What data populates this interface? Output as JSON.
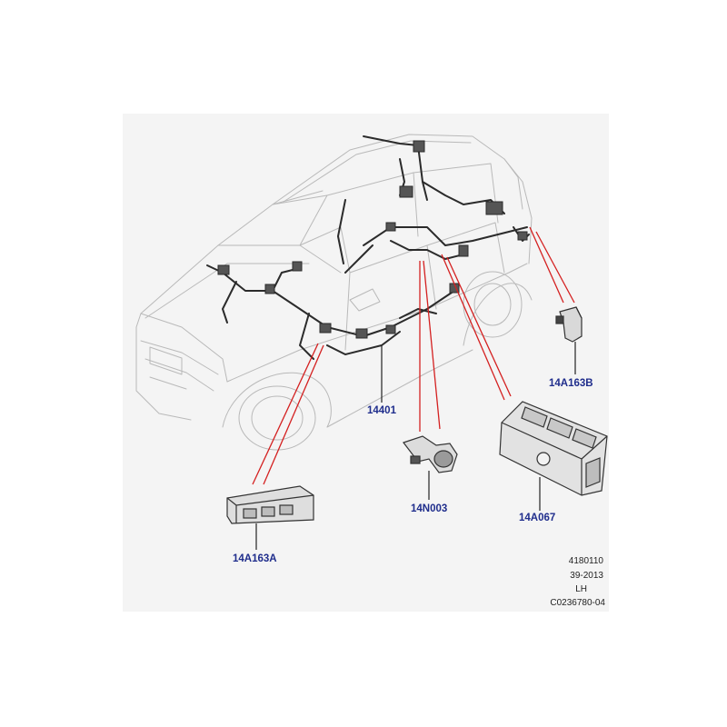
{
  "diagram": {
    "callouts": [
      {
        "id": "14A163B",
        "label": "14A163B"
      },
      {
        "id": "14401",
        "label": "14401"
      },
      {
        "id": "14N003",
        "label": "14N003"
      },
      {
        "id": "14A067",
        "label": "14A067"
      },
      {
        "id": "14A163A",
        "label": "14A163A"
      }
    ],
    "info": {
      "line1": "4180110",
      "line2": "39-2013",
      "line3": "LH",
      "line4": "C0236780-04"
    },
    "colors": {
      "panel_bg": "#f4f4f4",
      "outline": "#b9b9b9",
      "harness": "#2b2b2b",
      "leader_red": "#d42020",
      "leader_black": "#222222",
      "label_blue": "#1f2d8c"
    }
  }
}
